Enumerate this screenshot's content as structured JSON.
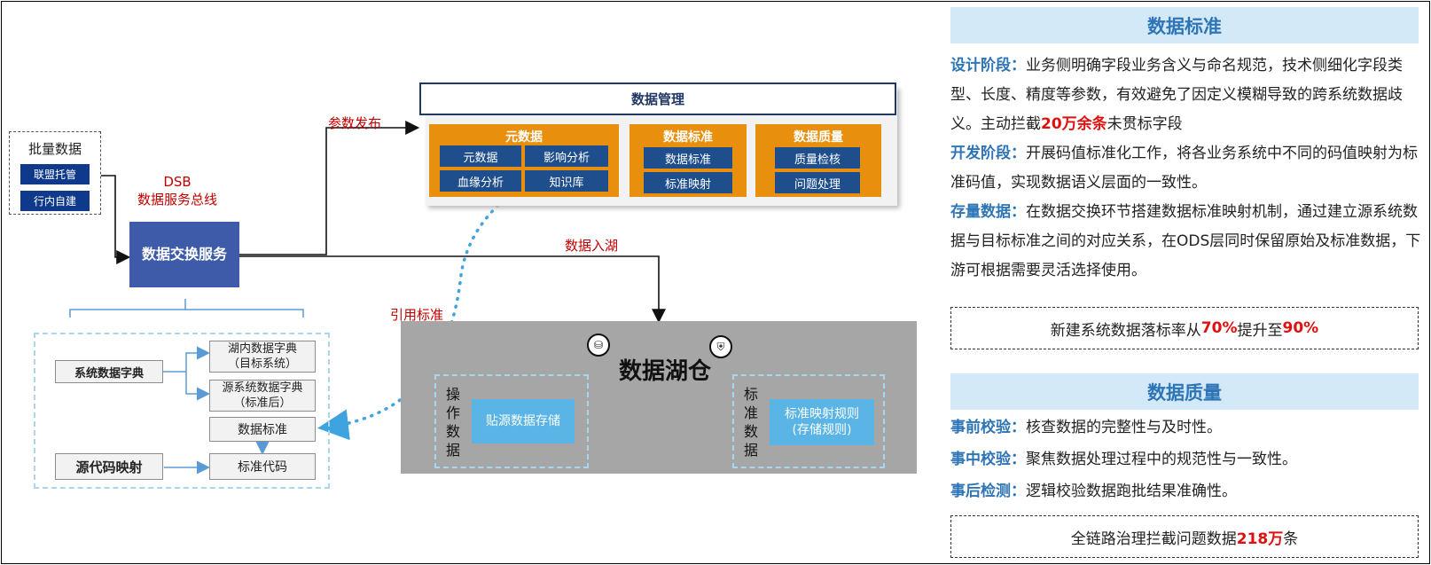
{
  "batch": {
    "title": "批量数据",
    "items": [
      "联盟托管",
      "行内自建"
    ]
  },
  "dsb": {
    "line1": "DSB",
    "line2": "数据服务总线"
  },
  "exchange": {
    "label": "数据交换服务"
  },
  "dictionary": {
    "system_dict": "系统数据字典",
    "lake_dict": "湖内数据字典（目标系统）",
    "source_dict": "源系统数据字典（标准后）",
    "data_standard": "数据标准",
    "source_code_map": "源代码映射",
    "standard_code": "标准代码"
  },
  "labels": {
    "param_publish": "参数发布",
    "data_lake_in": "数据入湖",
    "ref_standard": "引用标准"
  },
  "data_management": {
    "title": "数据管理",
    "metadata": {
      "title": "元数据",
      "cells": [
        "元数据",
        "影响分析",
        "血缘分析",
        "知识库"
      ]
    },
    "standard": {
      "title": "数据标准",
      "cells": [
        "数据标准",
        "标准映射"
      ]
    },
    "quality": {
      "title": "数据质量",
      "cells": [
        "质量检核",
        "问题处理"
      ]
    }
  },
  "lake": {
    "title": "数据湖仓",
    "icons": [
      "database-icon",
      "shield-db-icon"
    ],
    "ops": {
      "vertical": [
        "操",
        "作",
        "数",
        "据"
      ],
      "box": "贴源数据存储"
    },
    "std": {
      "vertical": [
        "标",
        "准",
        "数",
        "据"
      ],
      "box_line1": "标准映射规则",
      "box_line2": "(存储规则)"
    }
  },
  "right_panel": {
    "standard": {
      "header": "数据标准",
      "design_key": "设计阶段：",
      "design_text_a": "业务侧明确字段业务含义与命名规范，技术侧细化字段类型、长度、精度等参数，有效避免了因定义模糊导致的跨系统数据歧义。主动拦截",
      "design_red": "20万余条",
      "design_text_b": "未贯标字段",
      "dev_key": "开发阶段：",
      "dev_text": "开展码值标准化工作，将各业务系统中不同的码值映射为标准码值，实现数据语义层面的一致性。",
      "stock_key": "存量数据：",
      "stock_text": "在数据交换环节搭建数据标准映射机制，通过建立源系统数据与目标标准之间的对应关系，在ODS层同时保留原始及标准数据，下游可根据需要灵活选择使用。",
      "result_a": "新建系统数据落标率从",
      "result_red1": "70%",
      "result_b": "提升至",
      "result_red2": "90%"
    },
    "quality": {
      "header": "数据质量",
      "pre_key": "事前校验：",
      "pre_text": "核查数据的完整性与及时性。",
      "mid_key": "事中校验：",
      "mid_text": "聚焦数据处理过程中的规范性与一致性。",
      "post_key": "事后检测：",
      "post_text": "逻辑校验数据跑批结果准确性。",
      "result_a": "全链路治理拦截问题数据",
      "result_red1": "218万",
      "result_b": "条"
    }
  }
}
